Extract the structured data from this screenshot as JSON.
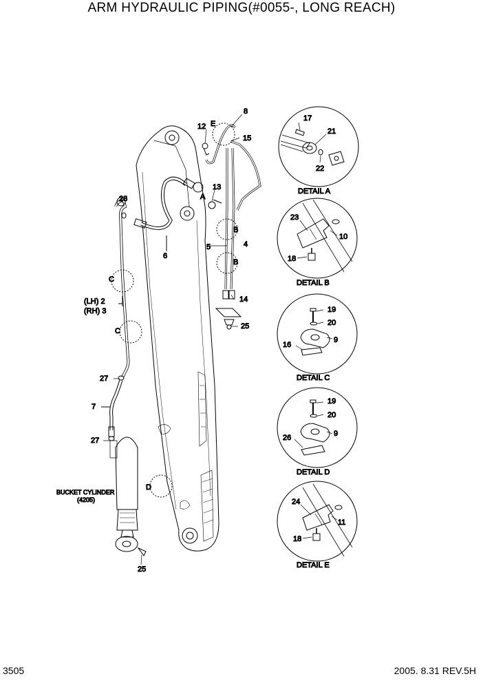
{
  "title": "ARM HYDRAULIC PIPING(#0055-, LONG REACH)",
  "footer": {
    "page": "3505",
    "date_rev": "2005. 8.31  REV.5H"
  },
  "callouts": {
    "n2": "(LH) 2",
    "n3": "(RH) 3",
    "n4": "4",
    "n5": "5",
    "n6": "6",
    "n7": "7",
    "n8": "8",
    "n12": "12",
    "n13": "13",
    "n14": "14",
    "n15": "15",
    "n25a": "25",
    "n25b": "25",
    "n27a": "27",
    "n27b": "27",
    "n28": "28",
    "refA": "A",
    "refB1": "B",
    "refB2": "B",
    "refC1": "C",
    "refC2": "C",
    "refD": "D",
    "refE": "E"
  },
  "bucket_cylinder": {
    "line1": "BUCKET CYLINDER",
    "line2": "(4205)"
  },
  "details": {
    "a": {
      "label": "DETAIL A",
      "parts": [
        "17",
        "21",
        "22"
      ]
    },
    "b": {
      "label": "DETAIL B",
      "parts": [
        "23",
        "10",
        "18"
      ]
    },
    "c": {
      "label": "DETAIL C",
      "parts": [
        "19",
        "20",
        "16",
        "9"
      ]
    },
    "d": {
      "label": "DETAIL D",
      "parts": [
        "19",
        "20",
        "26",
        "9"
      ]
    },
    "e": {
      "label": "DETAIL E",
      "parts": [
        "24",
        "11",
        "18"
      ]
    }
  }
}
